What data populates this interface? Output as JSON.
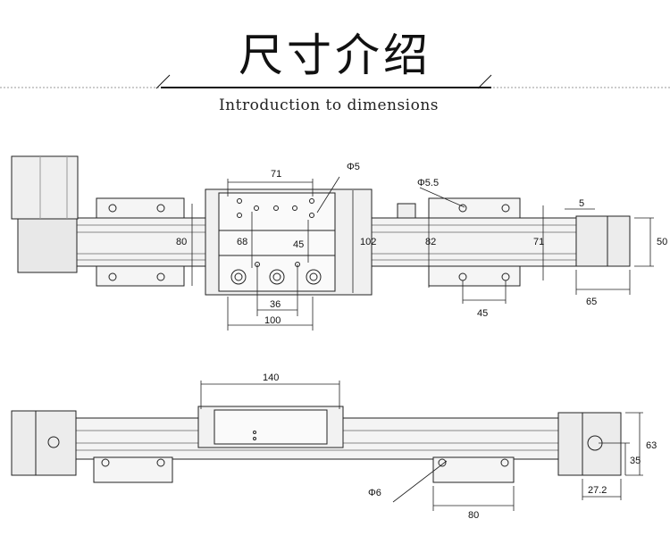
{
  "header": {
    "title": "尺寸介绍",
    "subtitle": "Introduction to dimensions"
  },
  "top_view": {
    "dims": {
      "phi5": "Φ5",
      "d71_top": "71",
      "phi5_5": "Φ5.5",
      "d5": "5",
      "d80": "80",
      "d68": "68",
      "d45_inner": "45",
      "d102": "102",
      "d82": "82",
      "d71_right": "71",
      "d50": "50",
      "d36": "36",
      "d100": "100",
      "d45_bottom": "45",
      "d65": "65"
    }
  },
  "side_view": {
    "dims": {
      "d140": "140",
      "phi6": "Φ6",
      "d80": "80",
      "d63": "63",
      "d35": "35",
      "d27_2": "27.2"
    }
  }
}
